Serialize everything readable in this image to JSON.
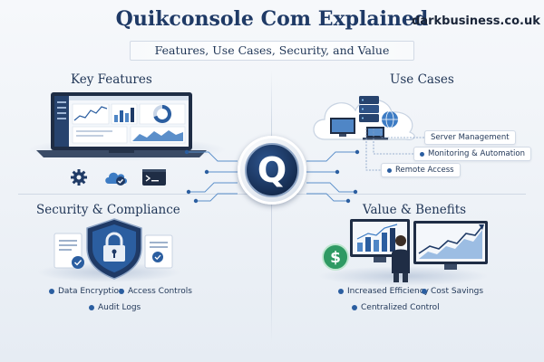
{
  "header": {
    "title": "Quikconsole Com Explained",
    "domain": "darkbusiness.co.uk",
    "subtitle": "Features, Use Cases, Security, and Value"
  },
  "sections": {
    "key_features": {
      "title": "Key Features",
      "icons": [
        "gear-icon",
        "cloud-check-icon",
        "terminal-icon"
      ]
    },
    "use_cases": {
      "title": "Use Cases",
      "items": [
        "Server Management",
        "Monitoring & Automation",
        "Remote Access"
      ]
    },
    "security": {
      "title": "Security & Compliance",
      "items": [
        "Data Encryption",
        "Access Controls",
        "Audit Logs"
      ]
    },
    "value": {
      "title": "Value & Benefits",
      "items": [
        "Increased Efficiency",
        "Cost Savings",
        "Centralized Control"
      ]
    }
  },
  "center_logo": {
    "letter": "Q"
  },
  "colors": {
    "navy": "#1f3a66",
    "accent_blue": "#2b5ea0",
    "light_blue": "#4f86c6",
    "money_green": "#2f9a63",
    "background": "#eef2f7"
  }
}
